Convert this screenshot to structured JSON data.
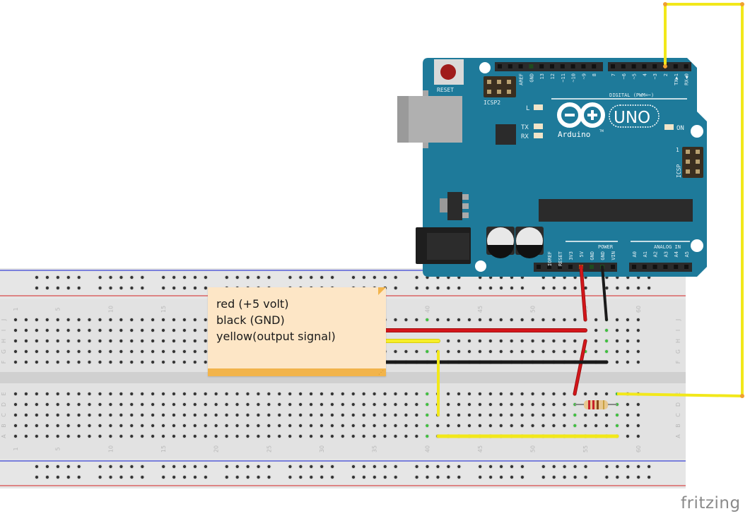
{
  "app": {
    "watermark": "fritzing"
  },
  "note": {
    "lines": [
      "red (+5 volt)",
      "black (GND)",
      "yellow(output signal)"
    ],
    "colors": {
      "background": "#fde6c6",
      "bar": "#f2b44b"
    }
  },
  "arduino": {
    "model": "UNO",
    "brand": "Arduino",
    "trademark": "TM",
    "reset_label": "RESET",
    "icsp2_label": "ICSP2",
    "icsp_label": "ICSP",
    "icsp_pin1": "1",
    "led_labels": {
      "l": "L",
      "tx": "TX",
      "rx": "RX",
      "on": "ON"
    },
    "digital_header_label": "DIGITAL (PWM=~)",
    "digital_pins_left": [
      "AREF",
      "GND",
      "13",
      "12",
      "~11",
      "~10",
      "~9",
      "8"
    ],
    "digital_pins_right": [
      "7",
      "~6",
      "~5",
      "4",
      "~3",
      "2",
      "TX▶1",
      "RX◀0"
    ],
    "power_label": "POWER",
    "power_pins": [
      "IOREF",
      "RESET",
      "3V3",
      "5V",
      "GND",
      "GND",
      "VIN"
    ],
    "analog_label": "ANALOG IN",
    "analog_pins": [
      "A0",
      "A1",
      "A2",
      "A3",
      "A4",
      "A5"
    ],
    "colors": {
      "board": "#1e7a9a",
      "header": "#2b2b2b"
    }
  },
  "breadboard": {
    "columns": 60,
    "column_labels": [
      "1",
      "5",
      "10",
      "15",
      "20",
      "25",
      "30",
      "35",
      "40",
      "45",
      "50",
      "55",
      "60"
    ],
    "top_rows": [
      "J",
      "I",
      "H",
      "G",
      "F"
    ],
    "bottom_rows": [
      "E",
      "D",
      "C",
      "B",
      "A"
    ],
    "colors": {
      "body": "#e2e2e2",
      "hole": "#333333",
      "rail_red": "#d33",
      "rail_blue": "#3340d0",
      "connected": "#3fbf3f"
    }
  },
  "wires": [
    {
      "name": "red-5v-to-breadboard",
      "color": "#d4161b",
      "meaning": "+5 volt"
    },
    {
      "name": "black-gnd-to-breadboard",
      "color": "#1a1a1a",
      "meaning": "GND"
    },
    {
      "name": "yellow-pin2-signal",
      "color": "#f2e81a",
      "meaning": "output signal"
    }
  ],
  "resistor": {
    "bands": [
      "#c8202a",
      "#c8202a",
      "#8a4a1a",
      "#c8a040"
    ],
    "body": "#e8c890"
  }
}
